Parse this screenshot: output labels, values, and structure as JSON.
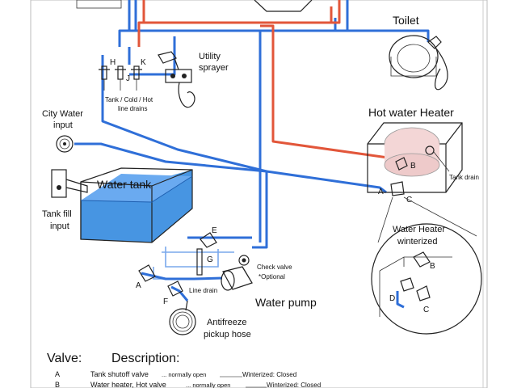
{
  "labels": {
    "toilet": "Toilet",
    "utility_sprayer_1": "Utility",
    "utility_sprayer_2": "sprayer",
    "valve_h": "H",
    "valve_j": "J",
    "valve_k": "K",
    "line_drains_1": "Tank / Cold / Hot",
    "line_drains_2": "line drains",
    "city_water_1": "City Water",
    "city_water_2": "input",
    "hot_water_heater": "Hot water Heater",
    "heater_b": "B",
    "heater_a": "A",
    "heater_c": "C",
    "tank_drain": "Tank drain",
    "water_tank": "Water tank",
    "tank_fill_1": "Tank fill",
    "tank_fill_2": "input",
    "valve_e": "E",
    "valve_g": "G",
    "valve_a": "A",
    "valve_f": "F",
    "line_drain": "Line drain",
    "check_valve_1": "Check valve",
    "check_valve_2": "*Optional",
    "water_pump": "Water pump",
    "antifreeze_1": "Antifreeze",
    "antifreeze_2": "pickup hose",
    "inset_title_1": "Water Heater",
    "inset_title_2": "winterized",
    "inset_b": "B",
    "inset_d": "D",
    "inset_c": "C"
  },
  "table": {
    "col_valve": "Valve:",
    "col_description": "Description:",
    "rows": [
      {
        "valve": "A",
        "name": "Tank shutoff valve",
        "normal": "... normally open",
        "winterized": "Winterized: Closed"
      },
      {
        "valve": "B",
        "name": "Water heater, Hot valve",
        "normal": "... normally open",
        "winterized": "Winterized: Closed"
      }
    ]
  },
  "colors": {
    "cold_line": "#2f6fd8",
    "hot_line": "#e2563a",
    "tank_water": "#3d8fe0"
  }
}
